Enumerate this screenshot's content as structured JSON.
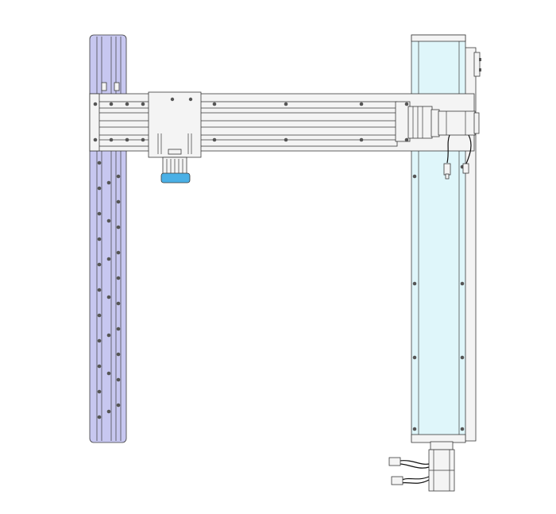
{
  "drawing": {
    "subject": "gantry-linear-module-assembly",
    "colors": {
      "background": "#ffffff",
      "outline": "#3a3a3a",
      "left_rail_fill": "#c7c7f0",
      "right_rail_fill": "#dff6fa",
      "carriage_block_fill": "#4ab0e6",
      "metal_fill": "#f4f4f4",
      "bolt_fill": "#555555",
      "cable_color": "#111111"
    },
    "components": [
      {
        "id": "left-vertical-rail",
        "icon": "linear-rail"
      },
      {
        "id": "right-vertical-module",
        "icon": "linear-module"
      },
      {
        "id": "horizontal-beam-module",
        "icon": "linear-module"
      },
      {
        "id": "carriage-plate",
        "icon": "slider-plate"
      },
      {
        "id": "tool-head-block",
        "icon": "sensor-block"
      },
      {
        "id": "beam-servo-motor",
        "icon": "servo-motor"
      },
      {
        "id": "vertical-servo-motor",
        "icon": "servo-motor"
      },
      {
        "id": "motor-cables",
        "icon": "cable"
      }
    ]
  }
}
